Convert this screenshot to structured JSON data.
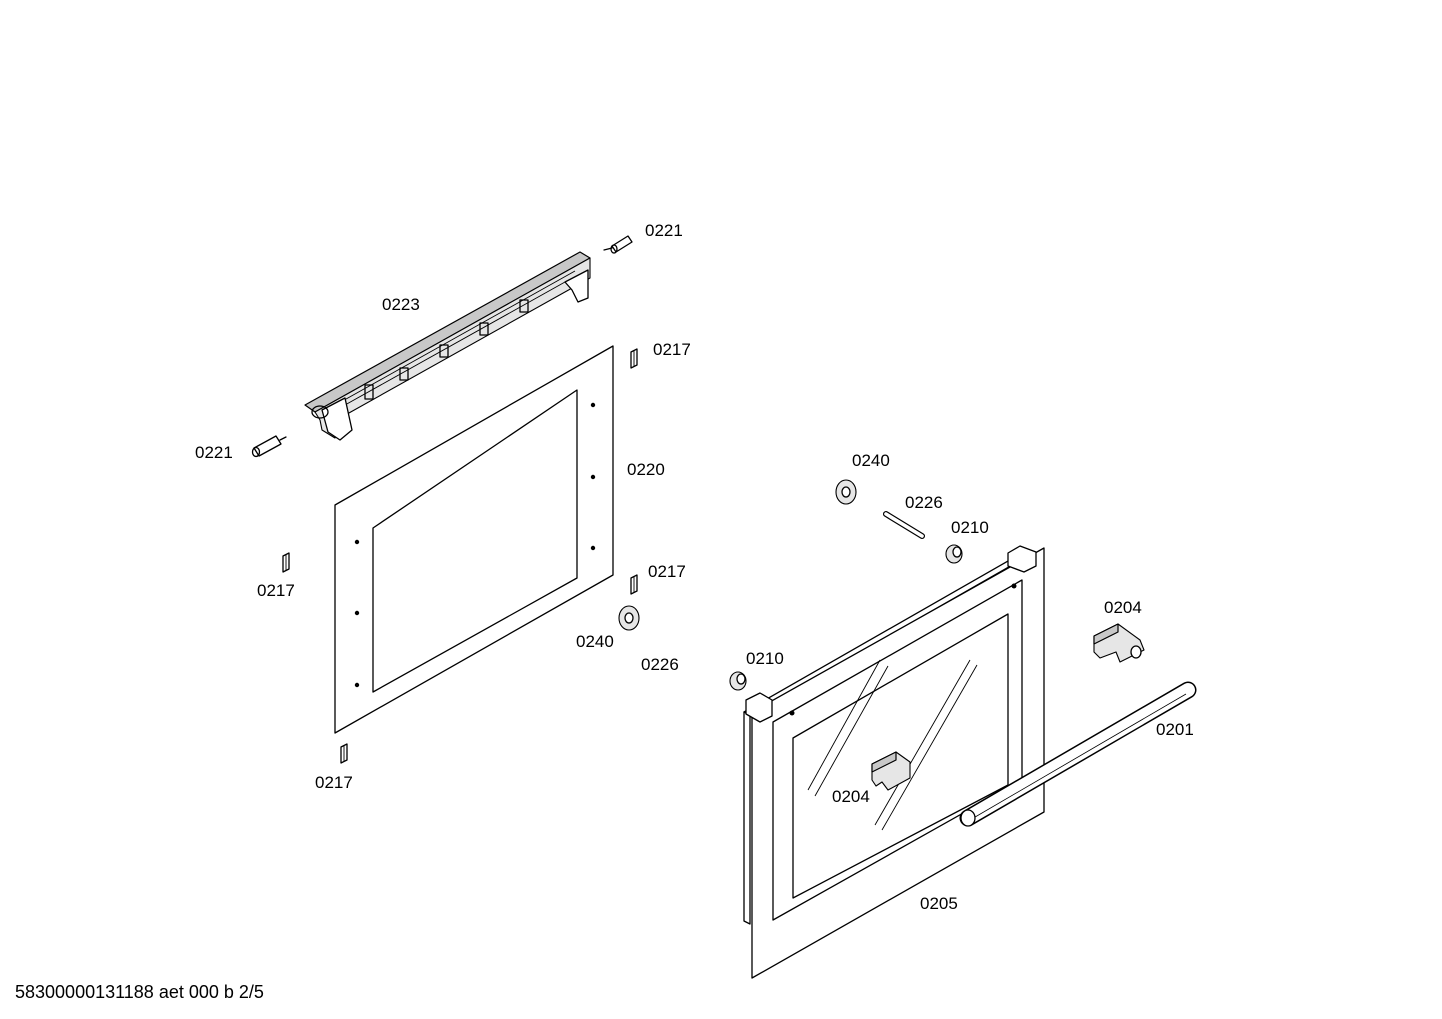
{
  "part_labels": [
    {
      "id": "p0221a",
      "text": "0221"
    },
    {
      "id": "p0223",
      "text": "0223"
    },
    {
      "id": "p0217a",
      "text": "0217"
    },
    {
      "id": "p0221b",
      "text": "0221"
    },
    {
      "id": "p0220",
      "text": "0220"
    },
    {
      "id": "p0217b",
      "text": "0217"
    },
    {
      "id": "p0217c",
      "text": "0217"
    },
    {
      "id": "p0240a",
      "text": "0240"
    },
    {
      "id": "p0226a",
      "text": "0226"
    },
    {
      "id": "p0217d",
      "text": "0217"
    },
    {
      "id": "p0240b",
      "text": "0240"
    },
    {
      "id": "p0226b",
      "text": "0226"
    },
    {
      "id": "p0210a",
      "text": "0210"
    },
    {
      "id": "p0210b",
      "text": "0210"
    },
    {
      "id": "p0204a",
      "text": "0204"
    },
    {
      "id": "p0201",
      "text": "0201"
    },
    {
      "id": "p0204b",
      "text": "0204"
    },
    {
      "id": "p0205",
      "text": "0205"
    }
  ],
  "footer": {
    "text": "58300000131188 aet 000 b 2/5"
  }
}
